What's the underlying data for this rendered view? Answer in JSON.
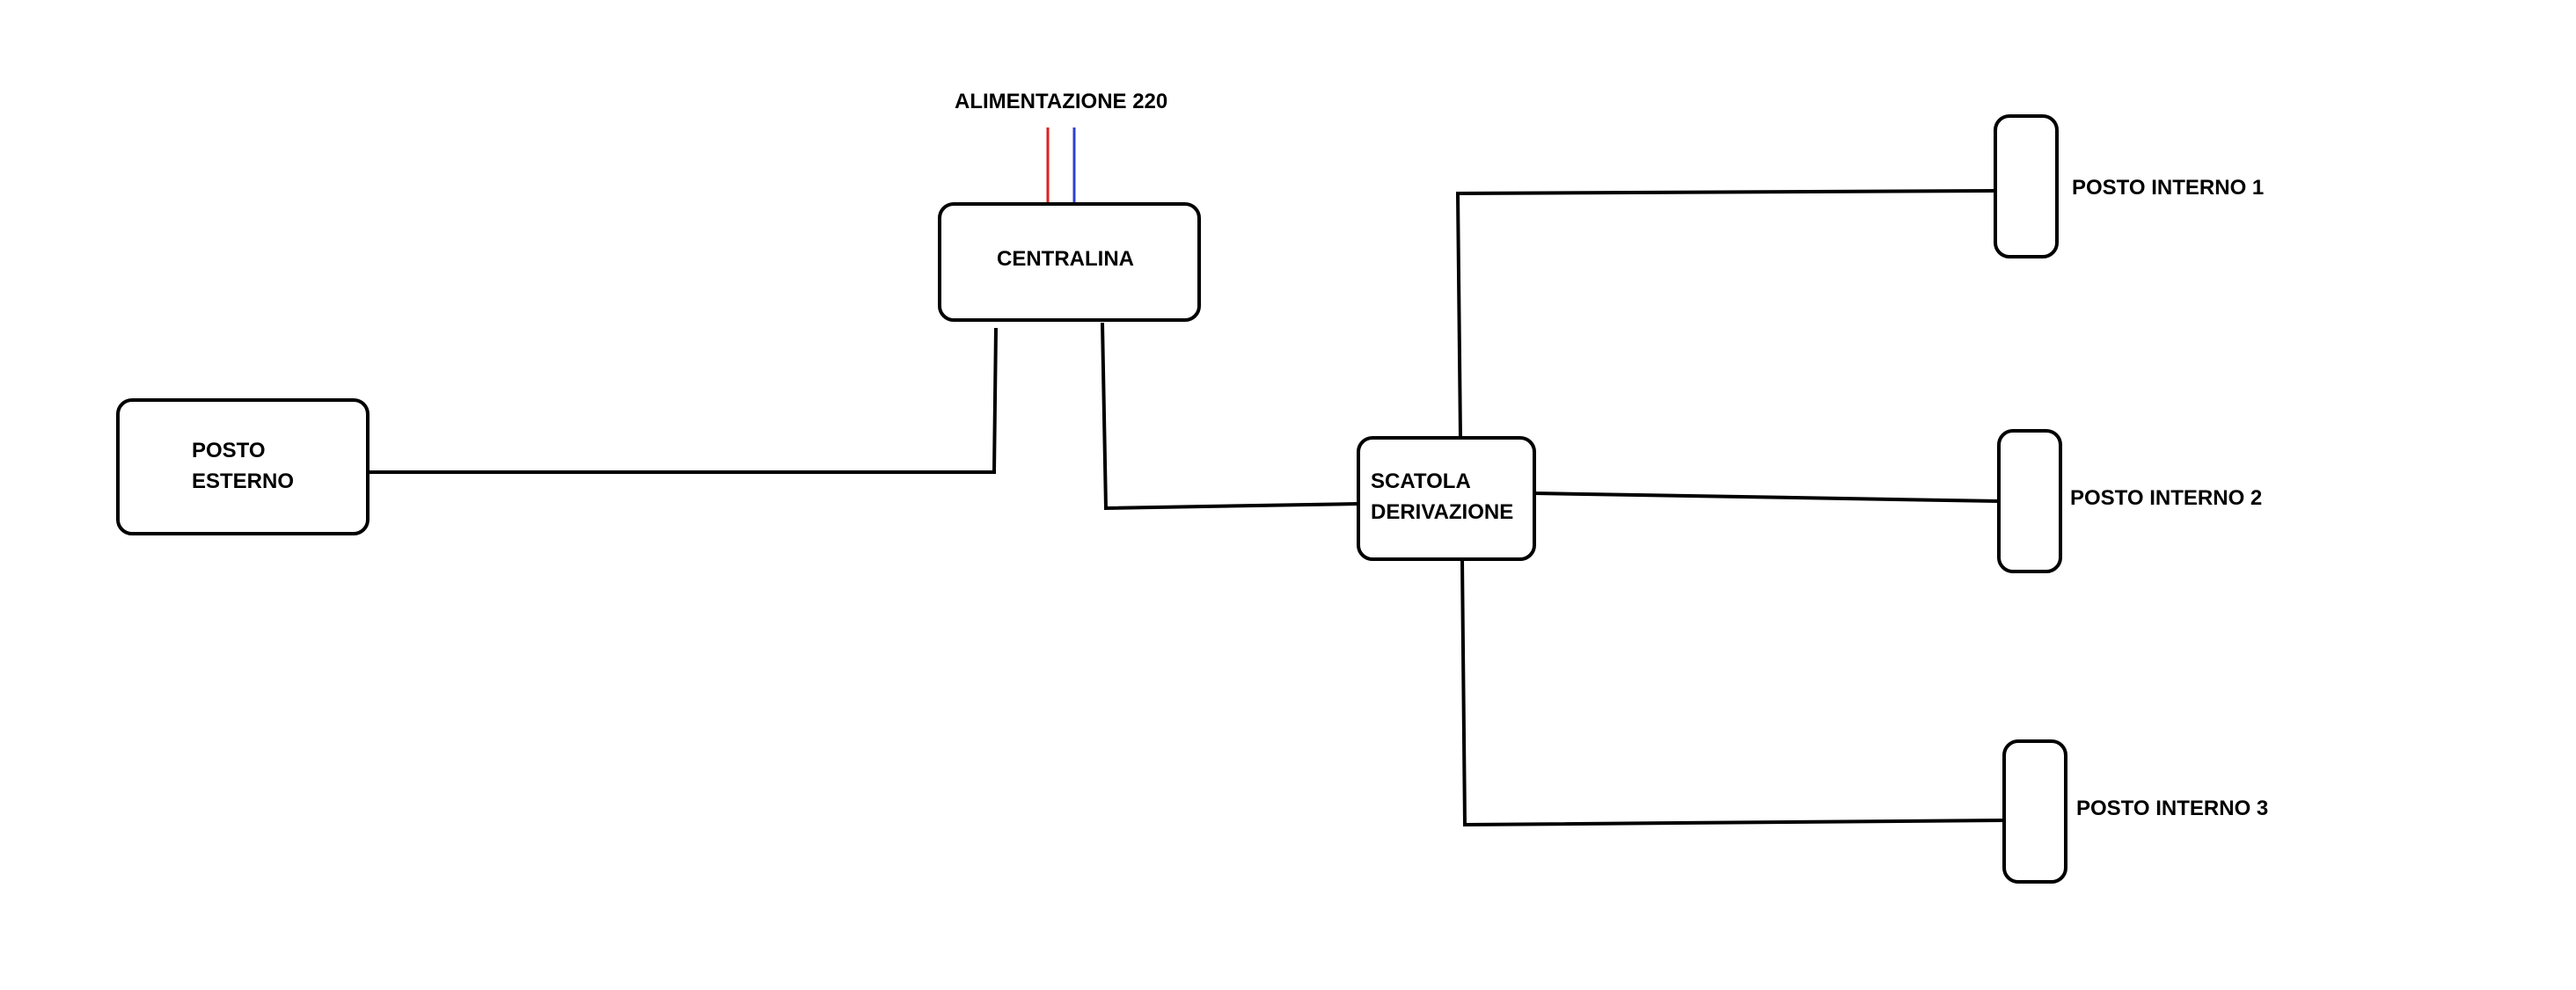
{
  "diagram": {
    "power_label": "ALIMENTAZIONE 220",
    "nodes": {
      "posto_esterno": {
        "line1": "POSTO",
        "line2": "ESTERNO"
      },
      "centralina": {
        "label": "CENTRALINA"
      },
      "scatola_derivazione": {
        "line1": "SCATOLA",
        "line2": "DERIVAZIONE"
      },
      "posto_interno_1": {
        "label": "POSTO INTERNO 1"
      },
      "posto_interno_2": {
        "label": "POSTO INTERNO 2"
      },
      "posto_interno_3": {
        "label": "POSTO INTERNO 3"
      }
    },
    "colors": {
      "line": "#000000",
      "phase_wire": "#e02020",
      "neutral_wire": "#3040d0",
      "background": "#ffffff"
    }
  }
}
